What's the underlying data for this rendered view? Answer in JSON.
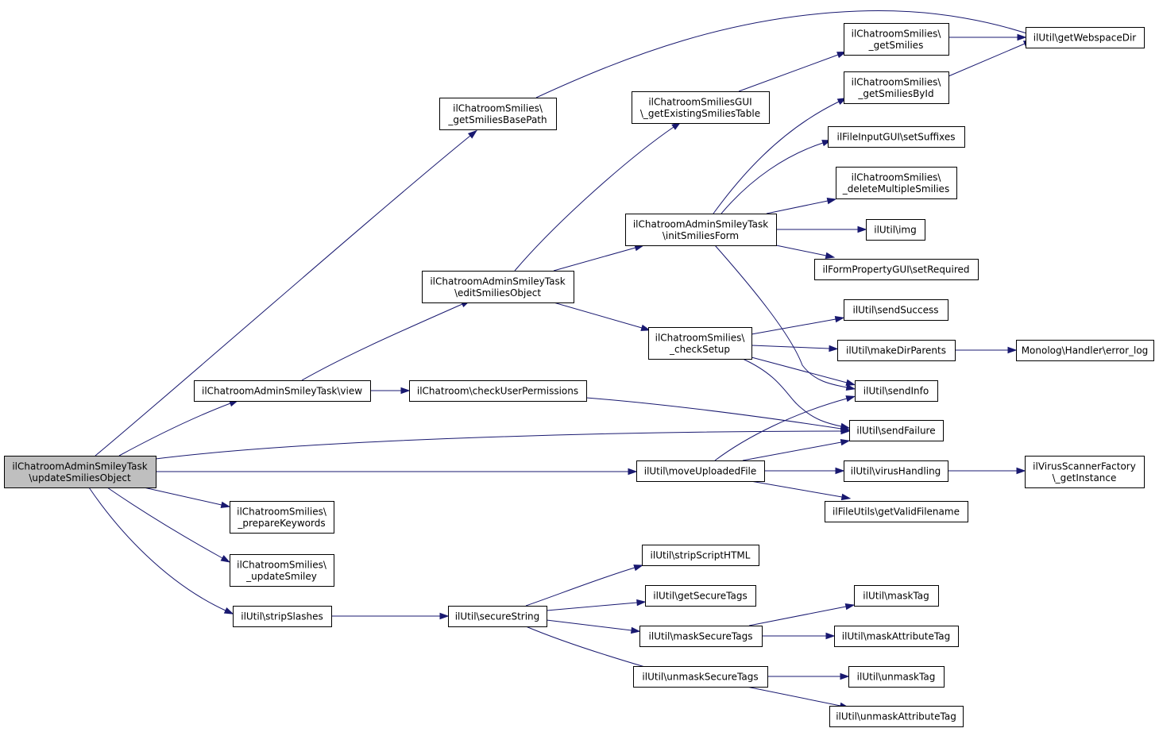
{
  "diagram": {
    "type": "call-graph",
    "colors": {
      "edge": "#191970",
      "node_border": "#000000",
      "root_fill": "#bfbfbf",
      "node_fill": "#ffffff"
    },
    "nodes": [
      {
        "id": "root",
        "lines": [
          "ilChatroomAdminSmileyTask",
          "\\updateSmiliesObject"
        ],
        "root": true
      },
      {
        "id": "getSmiliesBasePath",
        "lines": [
          "ilChatroomSmilies\\",
          "_getSmiliesBasePath"
        ]
      },
      {
        "id": "getWebspaceDir",
        "lines": [
          "ilUtil\\getWebspaceDir"
        ]
      },
      {
        "id": "getSmilies",
        "lines": [
          "ilChatroomSmilies\\",
          "_getSmilies"
        ]
      },
      {
        "id": "getExistingSmiliesTable",
        "lines": [
          "ilChatroomSmiliesGUI",
          "\\_getExistingSmiliesTable"
        ]
      },
      {
        "id": "getSmiliesById",
        "lines": [
          "ilChatroomSmilies\\",
          "_getSmiliesById"
        ]
      },
      {
        "id": "setSuffixes",
        "lines": [
          "ilFileInputGUI\\setSuffixes"
        ]
      },
      {
        "id": "deleteMultipleSmilies",
        "lines": [
          "ilChatroomSmilies\\",
          "_deleteMultipleSmilies"
        ]
      },
      {
        "id": "initSmiliesForm",
        "lines": [
          "ilChatroomAdminSmileyTask",
          "\\initSmiliesForm"
        ]
      },
      {
        "id": "img",
        "lines": [
          "ilUtil\\img"
        ]
      },
      {
        "id": "setRequired",
        "lines": [
          "ilFormPropertyGUI\\setRequired"
        ]
      },
      {
        "id": "editSmiliesObject",
        "lines": [
          "ilChatroomAdminSmileyTask",
          "\\editSmiliesObject"
        ]
      },
      {
        "id": "sendSuccess",
        "lines": [
          "ilUtil\\sendSuccess"
        ]
      },
      {
        "id": "checkSetup",
        "lines": [
          "ilChatroomSmilies\\",
          "_checkSetup"
        ]
      },
      {
        "id": "makeDirParents",
        "lines": [
          "ilUtil\\makeDirParents"
        ]
      },
      {
        "id": "errorLog",
        "lines": [
          "Monolog\\Handler\\error_log"
        ]
      },
      {
        "id": "view",
        "lines": [
          "ilChatroomAdminSmileyTask\\view"
        ]
      },
      {
        "id": "checkUserPermissions",
        "lines": [
          "ilChatroom\\checkUserPermissions"
        ]
      },
      {
        "id": "sendInfo",
        "lines": [
          "ilUtil\\sendInfo"
        ]
      },
      {
        "id": "sendFailure",
        "lines": [
          "ilUtil\\sendFailure"
        ]
      },
      {
        "id": "moveUploadedFile",
        "lines": [
          "ilUtil\\moveUploadedFile"
        ]
      },
      {
        "id": "virusHandling",
        "lines": [
          "ilUtil\\virusHandling"
        ]
      },
      {
        "id": "virusScannerGetInstance",
        "lines": [
          "ilVirusScannerFactory",
          "\\_getInstance"
        ]
      },
      {
        "id": "getValidFilename",
        "lines": [
          "ilFileUtils\\getValidFilename"
        ]
      },
      {
        "id": "prepareKeywords",
        "lines": [
          "ilChatroomSmilies\\",
          "_prepareKeywords"
        ]
      },
      {
        "id": "updateSmiley",
        "lines": [
          "ilChatroomSmilies\\",
          "_updateSmiley"
        ]
      },
      {
        "id": "stripScriptHTML",
        "lines": [
          "ilUtil\\stripScriptHTML"
        ]
      },
      {
        "id": "getSecureTags",
        "lines": [
          "ilUtil\\getSecureTags"
        ]
      },
      {
        "id": "maskTag",
        "lines": [
          "ilUtil\\maskTag"
        ]
      },
      {
        "id": "stripSlashes",
        "lines": [
          "ilUtil\\stripSlashes"
        ]
      },
      {
        "id": "secureString",
        "lines": [
          "ilUtil\\secureString"
        ]
      },
      {
        "id": "maskSecureTags",
        "lines": [
          "ilUtil\\maskSecureTags"
        ]
      },
      {
        "id": "maskAttributeTag",
        "lines": [
          "ilUtil\\maskAttributeTag"
        ]
      },
      {
        "id": "unmaskSecureTags",
        "lines": [
          "ilUtil\\unmaskSecureTags"
        ]
      },
      {
        "id": "unmaskTag",
        "lines": [
          "ilUtil\\unmaskTag"
        ]
      },
      {
        "id": "unmaskAttributeTag",
        "lines": [
          "ilUtil\\unmaskAttributeTag"
        ]
      }
    ],
    "edges": [
      {
        "from": "root",
        "to": "getSmiliesBasePath"
      },
      {
        "from": "root",
        "to": "view"
      },
      {
        "from": "root",
        "to": "sendFailure"
      },
      {
        "from": "root",
        "to": "moveUploadedFile"
      },
      {
        "from": "root",
        "to": "prepareKeywords"
      },
      {
        "from": "root",
        "to": "updateSmiley"
      },
      {
        "from": "root",
        "to": "stripSlashes"
      },
      {
        "from": "getSmiliesBasePath",
        "to": "getWebspaceDir"
      },
      {
        "from": "getSmilies",
        "to": "getWebspaceDir"
      },
      {
        "from": "getExistingSmiliesTable",
        "to": "getSmilies"
      },
      {
        "from": "getSmiliesById",
        "to": "getWebspaceDir"
      },
      {
        "from": "initSmiliesForm",
        "to": "getSmiliesById"
      },
      {
        "from": "initSmiliesForm",
        "to": "setSuffixes"
      },
      {
        "from": "initSmiliesForm",
        "to": "deleteMultipleSmilies"
      },
      {
        "from": "initSmiliesForm",
        "to": "img"
      },
      {
        "from": "initSmiliesForm",
        "to": "setRequired"
      },
      {
        "from": "initSmiliesForm",
        "to": "sendInfo"
      },
      {
        "from": "editSmiliesObject",
        "to": "getExistingSmiliesTable"
      },
      {
        "from": "editSmiliesObject",
        "to": "initSmiliesForm"
      },
      {
        "from": "editSmiliesObject",
        "to": "checkSetup"
      },
      {
        "from": "checkSetup",
        "to": "sendSuccess"
      },
      {
        "from": "checkSetup",
        "to": "makeDirParents"
      },
      {
        "from": "checkSetup",
        "to": "sendInfo"
      },
      {
        "from": "checkSetup",
        "to": "sendFailure"
      },
      {
        "from": "makeDirParents",
        "to": "errorLog"
      },
      {
        "from": "view",
        "to": "editSmiliesObject"
      },
      {
        "from": "view",
        "to": "checkUserPermissions"
      },
      {
        "from": "checkUserPermissions",
        "to": "sendFailure"
      },
      {
        "from": "moveUploadedFile",
        "to": "sendInfo"
      },
      {
        "from": "moveUploadedFile",
        "to": "sendFailure"
      },
      {
        "from": "moveUploadedFile",
        "to": "virusHandling"
      },
      {
        "from": "moveUploadedFile",
        "to": "getValidFilename"
      },
      {
        "from": "virusHandling",
        "to": "virusScannerGetInstance"
      },
      {
        "from": "stripSlashes",
        "to": "secureString"
      },
      {
        "from": "secureString",
        "to": "stripScriptHTML"
      },
      {
        "from": "secureString",
        "to": "getSecureTags"
      },
      {
        "from": "secureString",
        "to": "maskSecureTags"
      },
      {
        "from": "secureString",
        "to": "unmaskSecureTags"
      },
      {
        "from": "maskSecureTags",
        "to": "maskTag"
      },
      {
        "from": "maskSecureTags",
        "to": "maskAttributeTag"
      },
      {
        "from": "unmaskSecureTags",
        "to": "unmaskTag"
      },
      {
        "from": "unmaskSecureTags",
        "to": "unmaskAttributeTag"
      }
    ]
  }
}
